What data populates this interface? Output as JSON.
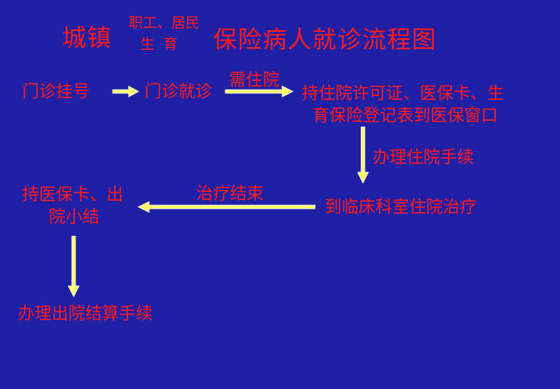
{
  "title": {
    "prefix": "城镇",
    "small_top": "职工、居民",
    "small_bottom": "生  育",
    "suffix": "保险病人就诊流程图"
  },
  "nodes": {
    "registration": "门诊挂号",
    "outpatient": "门诊就诊",
    "permit_line1": "持住院许可证、医保卡、生",
    "permit_line2": "育保险登记表到医保窗口",
    "ward": "到临床科室住院治疗",
    "checkout_line1": "持医保卡、出",
    "checkout_line2": "院小结",
    "settlement": "办理出院结算手续"
  },
  "edges": {
    "need_hospital": "需住院",
    "admission": "办理住院手续",
    "treatment_end": "治疗结束"
  },
  "colors": {
    "background": "#1f1fa6",
    "text": "#ff1a1a",
    "arrow_fill": "#ffff66"
  }
}
